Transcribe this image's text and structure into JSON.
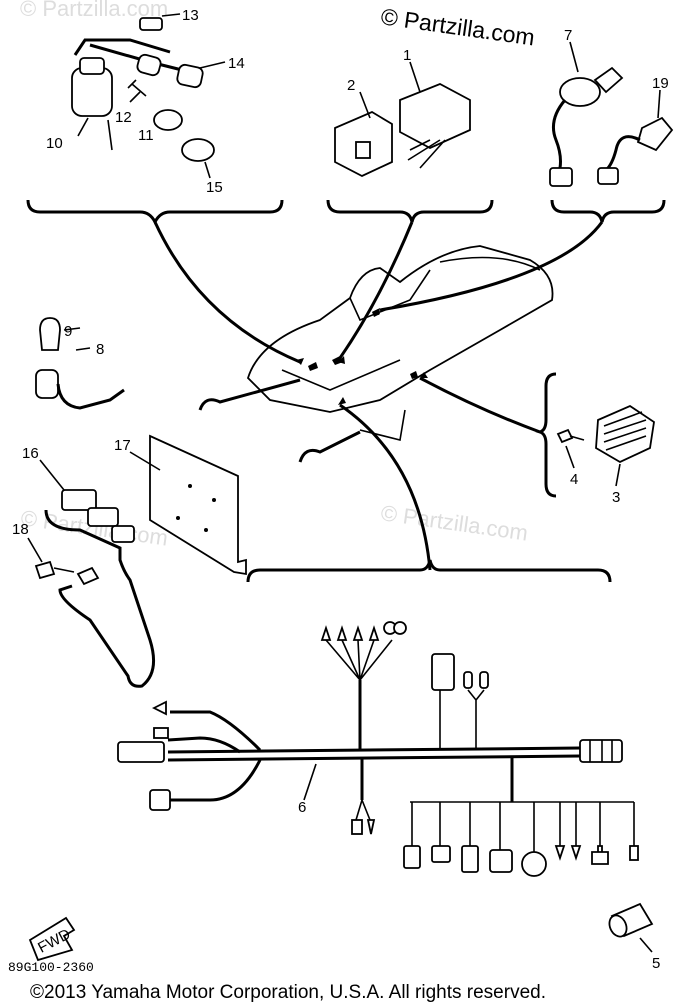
{
  "watermark": {
    "top_right": "© Partzilla.com",
    "faint_top_left": "© Partzilla.com",
    "faint_middle": "© Partzilla.com",
    "faint_left": "© Partzilla.com"
  },
  "callouts": {
    "c1": "1",
    "c2": "2",
    "c3": "3",
    "c4": "4",
    "c5": "5",
    "c6": "6",
    "c7": "7",
    "c8": "8",
    "c9": "9",
    "c10": "10",
    "c11": "11",
    "c12": "12",
    "c13": "13",
    "c14": "14",
    "c15": "15",
    "c16": "16",
    "c17": "17",
    "c18": "18",
    "c19": "19"
  },
  "fwd_label": "FWD",
  "diagram_code": "89G100-2360",
  "copyright": "©2013  Yamaha Motor Corporation, U.S.A. All rights reserved."
}
